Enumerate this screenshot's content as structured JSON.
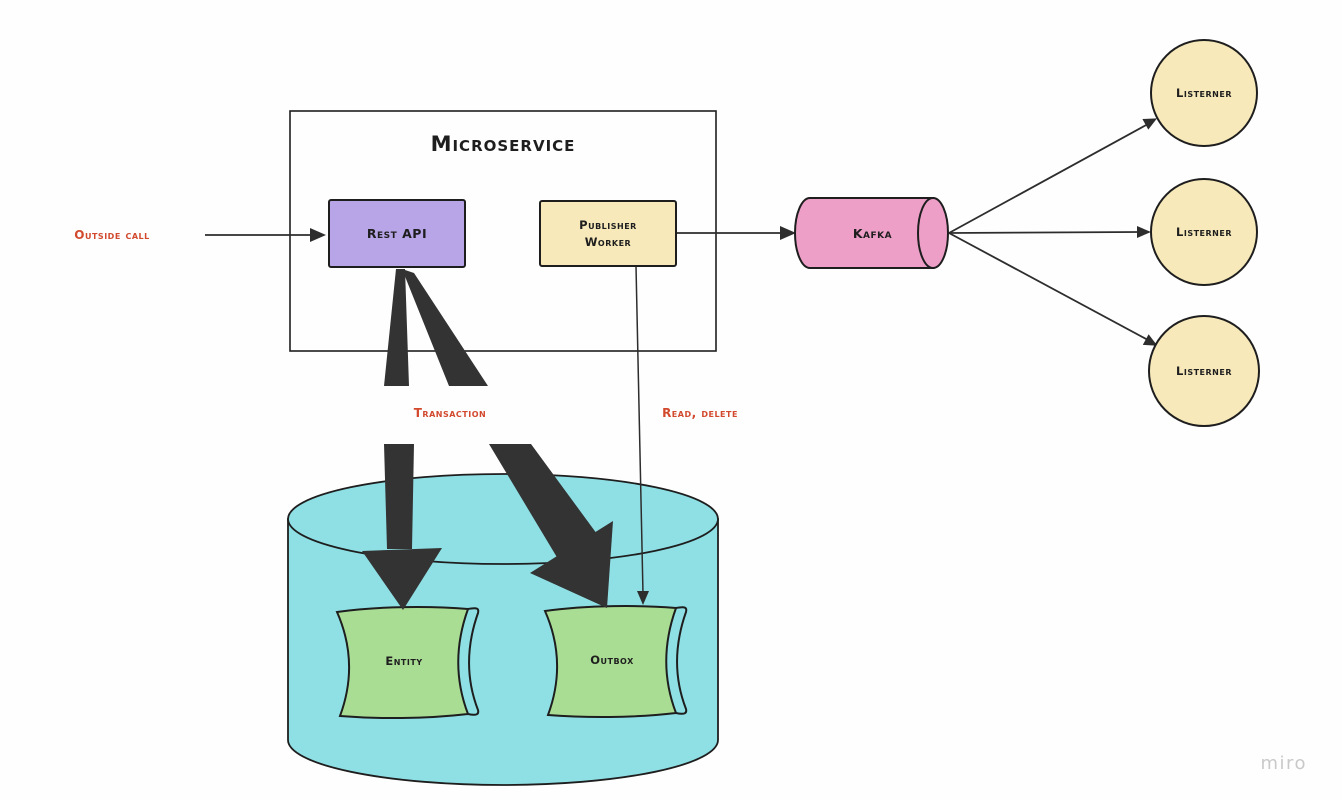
{
  "diagram": {
    "title": "Microservice",
    "annotations": {
      "outside_call": "Outside call",
      "transaction": "Transaction",
      "read_delete": "Read, delete"
    },
    "nodes": {
      "rest_api": "Rest API",
      "publisher_worker": {
        "line1": "Publisher",
        "line2": "Worker"
      },
      "kafka": "Kafka",
      "entity": "Entity",
      "outbox": "Outbox"
    },
    "listeners": [
      {
        "label": "Listerner"
      },
      {
        "label": "Listerner"
      },
      {
        "label": "Listerner"
      }
    ],
    "colors": {
      "purple": "#b8a5e8",
      "yellow": "#f7e9ba",
      "pink": "#ee9fc8",
      "cyan": "#8fe0e5",
      "green": "#a9dd94",
      "red": "#d2492e",
      "outline": "#1e1e1e",
      "arrow": "#333333"
    },
    "watermark": "miro"
  }
}
